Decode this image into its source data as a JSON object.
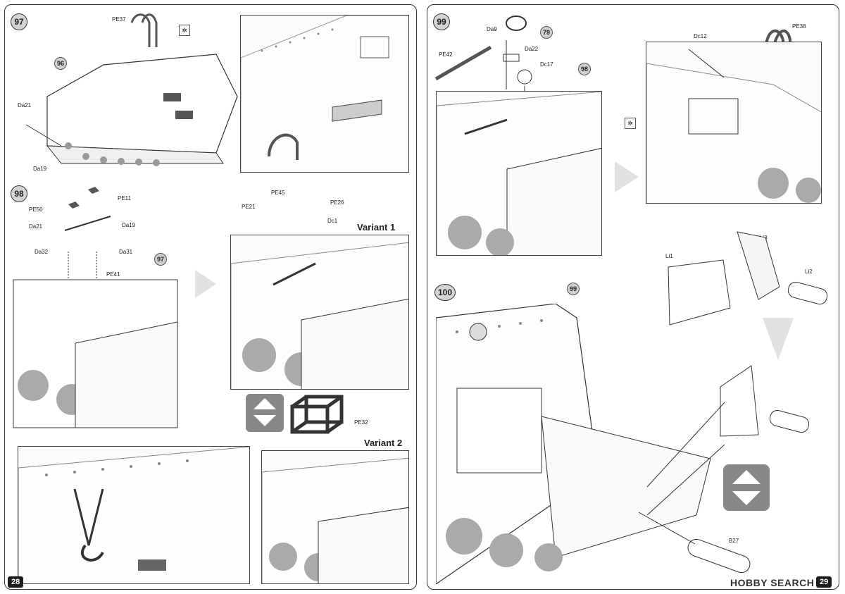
{
  "left_page": {
    "page_number": "28",
    "steps": {
      "s97": "97",
      "s98": "98"
    },
    "refs": {
      "r96": "96",
      "r97": "97"
    },
    "labels": {
      "pe37": "PE37",
      "da21_a": "Da21",
      "da19_a": "Da19",
      "pe11": "PE11",
      "pe50": "PE50",
      "da21_b": "Da21",
      "da19_b": "Da19",
      "da32": "Da32",
      "da31": "Da31",
      "pe41": "PE41",
      "pe45": "PE45",
      "pe26": "PE26",
      "pe21": "PE21",
      "dc1": "Dc1",
      "pe32": "PE32"
    },
    "variant1": "Variant 1",
    "variant2": "Variant 2"
  },
  "right_page": {
    "page_number": "29",
    "steps": {
      "s99": "99",
      "s100": "100"
    },
    "refs": {
      "r79": "79",
      "r98": "98",
      "r99": "99"
    },
    "labels": {
      "da9": "Da9",
      "pe42": "PE42",
      "da22": "Da22",
      "dc17": "Dc17",
      "dc12": "Dc12",
      "pe38": "PE38",
      "li1": "Li1",
      "li3": "Li3",
      "li2": "Li2",
      "b27": "B27"
    }
  },
  "watermark": "HOBBY SEARCH",
  "icons": [
    "arrow-right-icon",
    "arrow-down-icon",
    "variant-swap-icon",
    "photo-etch-icon",
    "star-cut-icon"
  ],
  "colors": {
    "panel_border": "#444444",
    "step_fill": "#d4d4d4",
    "part_fill": "#555555",
    "arrow_fill": "#e2e2e2"
  }
}
